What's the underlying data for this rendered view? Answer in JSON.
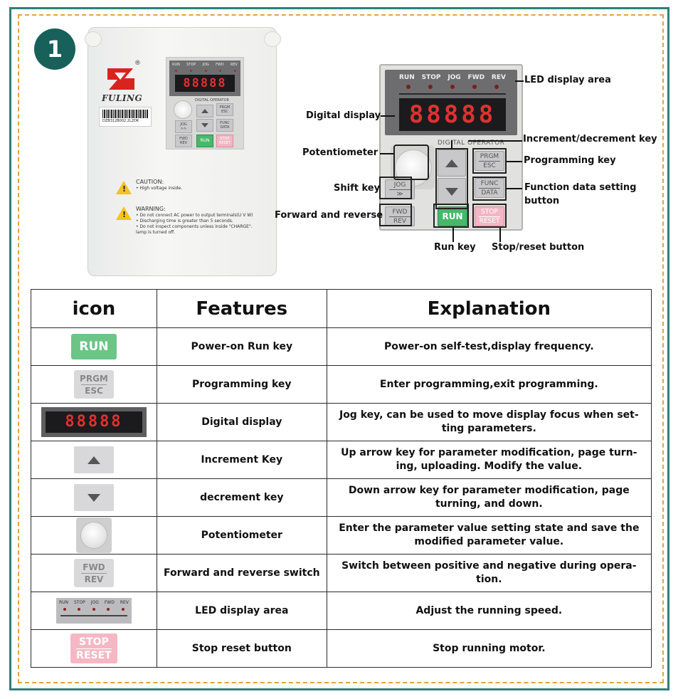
{
  "badge": "1",
  "device": {
    "brand": "FULING",
    "registered": "®",
    "barcode_text": "DZB312B002.2L2DK",
    "leds": [
      "RUN",
      "STOP",
      "JOG",
      "FWD",
      "REV"
    ],
    "digits": "88888",
    "operator_label": "DIGITAL OPERATOR",
    "keys": {
      "prgm": "PRGM",
      "esc": "ESC",
      "jog": "JOG",
      "shift": ">>",
      "func": "FUNC",
      "data": "DATA",
      "fwd": "FWD",
      "rev": "REV",
      "run": "RUN",
      "stop": "STOP",
      "reset": "RESET"
    },
    "caution_title": "CAUTION:",
    "caution_line": "• High voltage inside.",
    "warning_title": "WARNING:",
    "warning_lines": [
      "• Do not connect AC power to output terminals(U V W)",
      "• Discharging time is greater than 5 seconds.",
      "• Do not inspect components unless inside \"CHARGE\".",
      "  lamp is turned off."
    ]
  },
  "panel": {
    "leds": [
      "RUN",
      "STOP",
      "JOG",
      "FWD",
      "REV"
    ],
    "digits": "88888",
    "operator_label": "DIGITAL OPERATOR",
    "keys": {
      "prgm": "PRGM",
      "esc": "ESC",
      "jog": "JOG",
      "shift": "≫",
      "func": "FUNC",
      "data": "DATA",
      "fwd": "FWD",
      "rev": "REV",
      "run": "RUN",
      "stop": "STOP",
      "reset": "RESET"
    }
  },
  "annotations": {
    "led_display_area": "LED display area",
    "digital_display": "Digital display",
    "increment_decrement_key": "Increment/decrement key",
    "potentiometer": "Potentiometer",
    "programming_key": "Programming key",
    "shift_key": "Shift key",
    "function_data_setting": "Function data setting",
    "function_data_button": "button",
    "forward_and_reverse": "Forward and reverse",
    "run_key": "Run key",
    "stop_reset_button": "Stop/reset button"
  },
  "table": {
    "headers": [
      "icon",
      "Features",
      "Explanation"
    ],
    "rows": [
      {
        "icon_text": "RUN",
        "feature": "Power-on  Run key",
        "explanation": "Power-on self-test,display frequency."
      },
      {
        "icon_text": "PRGM|ESC",
        "feature": "Programming  key",
        "explanation": "Enter programming,exit programming."
      },
      {
        "icon_text": "88888",
        "feature": "Digital display",
        "explanation": "Jog key, can be used to move display focus when set-ting parameters."
      },
      {
        "icon_text": "",
        "feature": "Increment Key",
        "explanation": "Up arrow key for parameter modification, page turn-ing, uploading. Modify the value."
      },
      {
        "icon_text": "",
        "feature": "decrement key",
        "explanation": "Down arrow key for parameter modification, page turning, and down."
      },
      {
        "icon_text": "",
        "feature": "Potentiometer",
        "explanation": "Enter the parameter value setting state and save the modified parameter value."
      },
      {
        "icon_text": "FWD|REV",
        "feature": "Forward and reverse switch",
        "explanation": "Switch between positive and negative during opera-tion."
      },
      {
        "icon_text": "RUN STOP JOG FWD REV",
        "feature": "LED display area",
        "explanation": "Adjust the running speed."
      },
      {
        "icon_text": "STOP|RESET",
        "feature": "Stop reset button",
        "explanation": "Stop running motor."
      }
    ]
  },
  "icon_labels": {
    "run": "RUN",
    "prgm": "PRGM",
    "esc": "ESC",
    "digits": "88888",
    "fwd": "FWD",
    "rev": "REV",
    "leds": [
      "RUN",
      "STOP",
      "JOG",
      "FWD",
      "REV"
    ],
    "stop": "STOP",
    "reset": "RESET"
  },
  "colors": {
    "frame": "#2f7f77",
    "dashed": "#e0a43a",
    "badge": "#17615a",
    "run_green": "#45b86a",
    "stop_pink": "#f4b5c4",
    "digit_red": "#e13030"
  }
}
